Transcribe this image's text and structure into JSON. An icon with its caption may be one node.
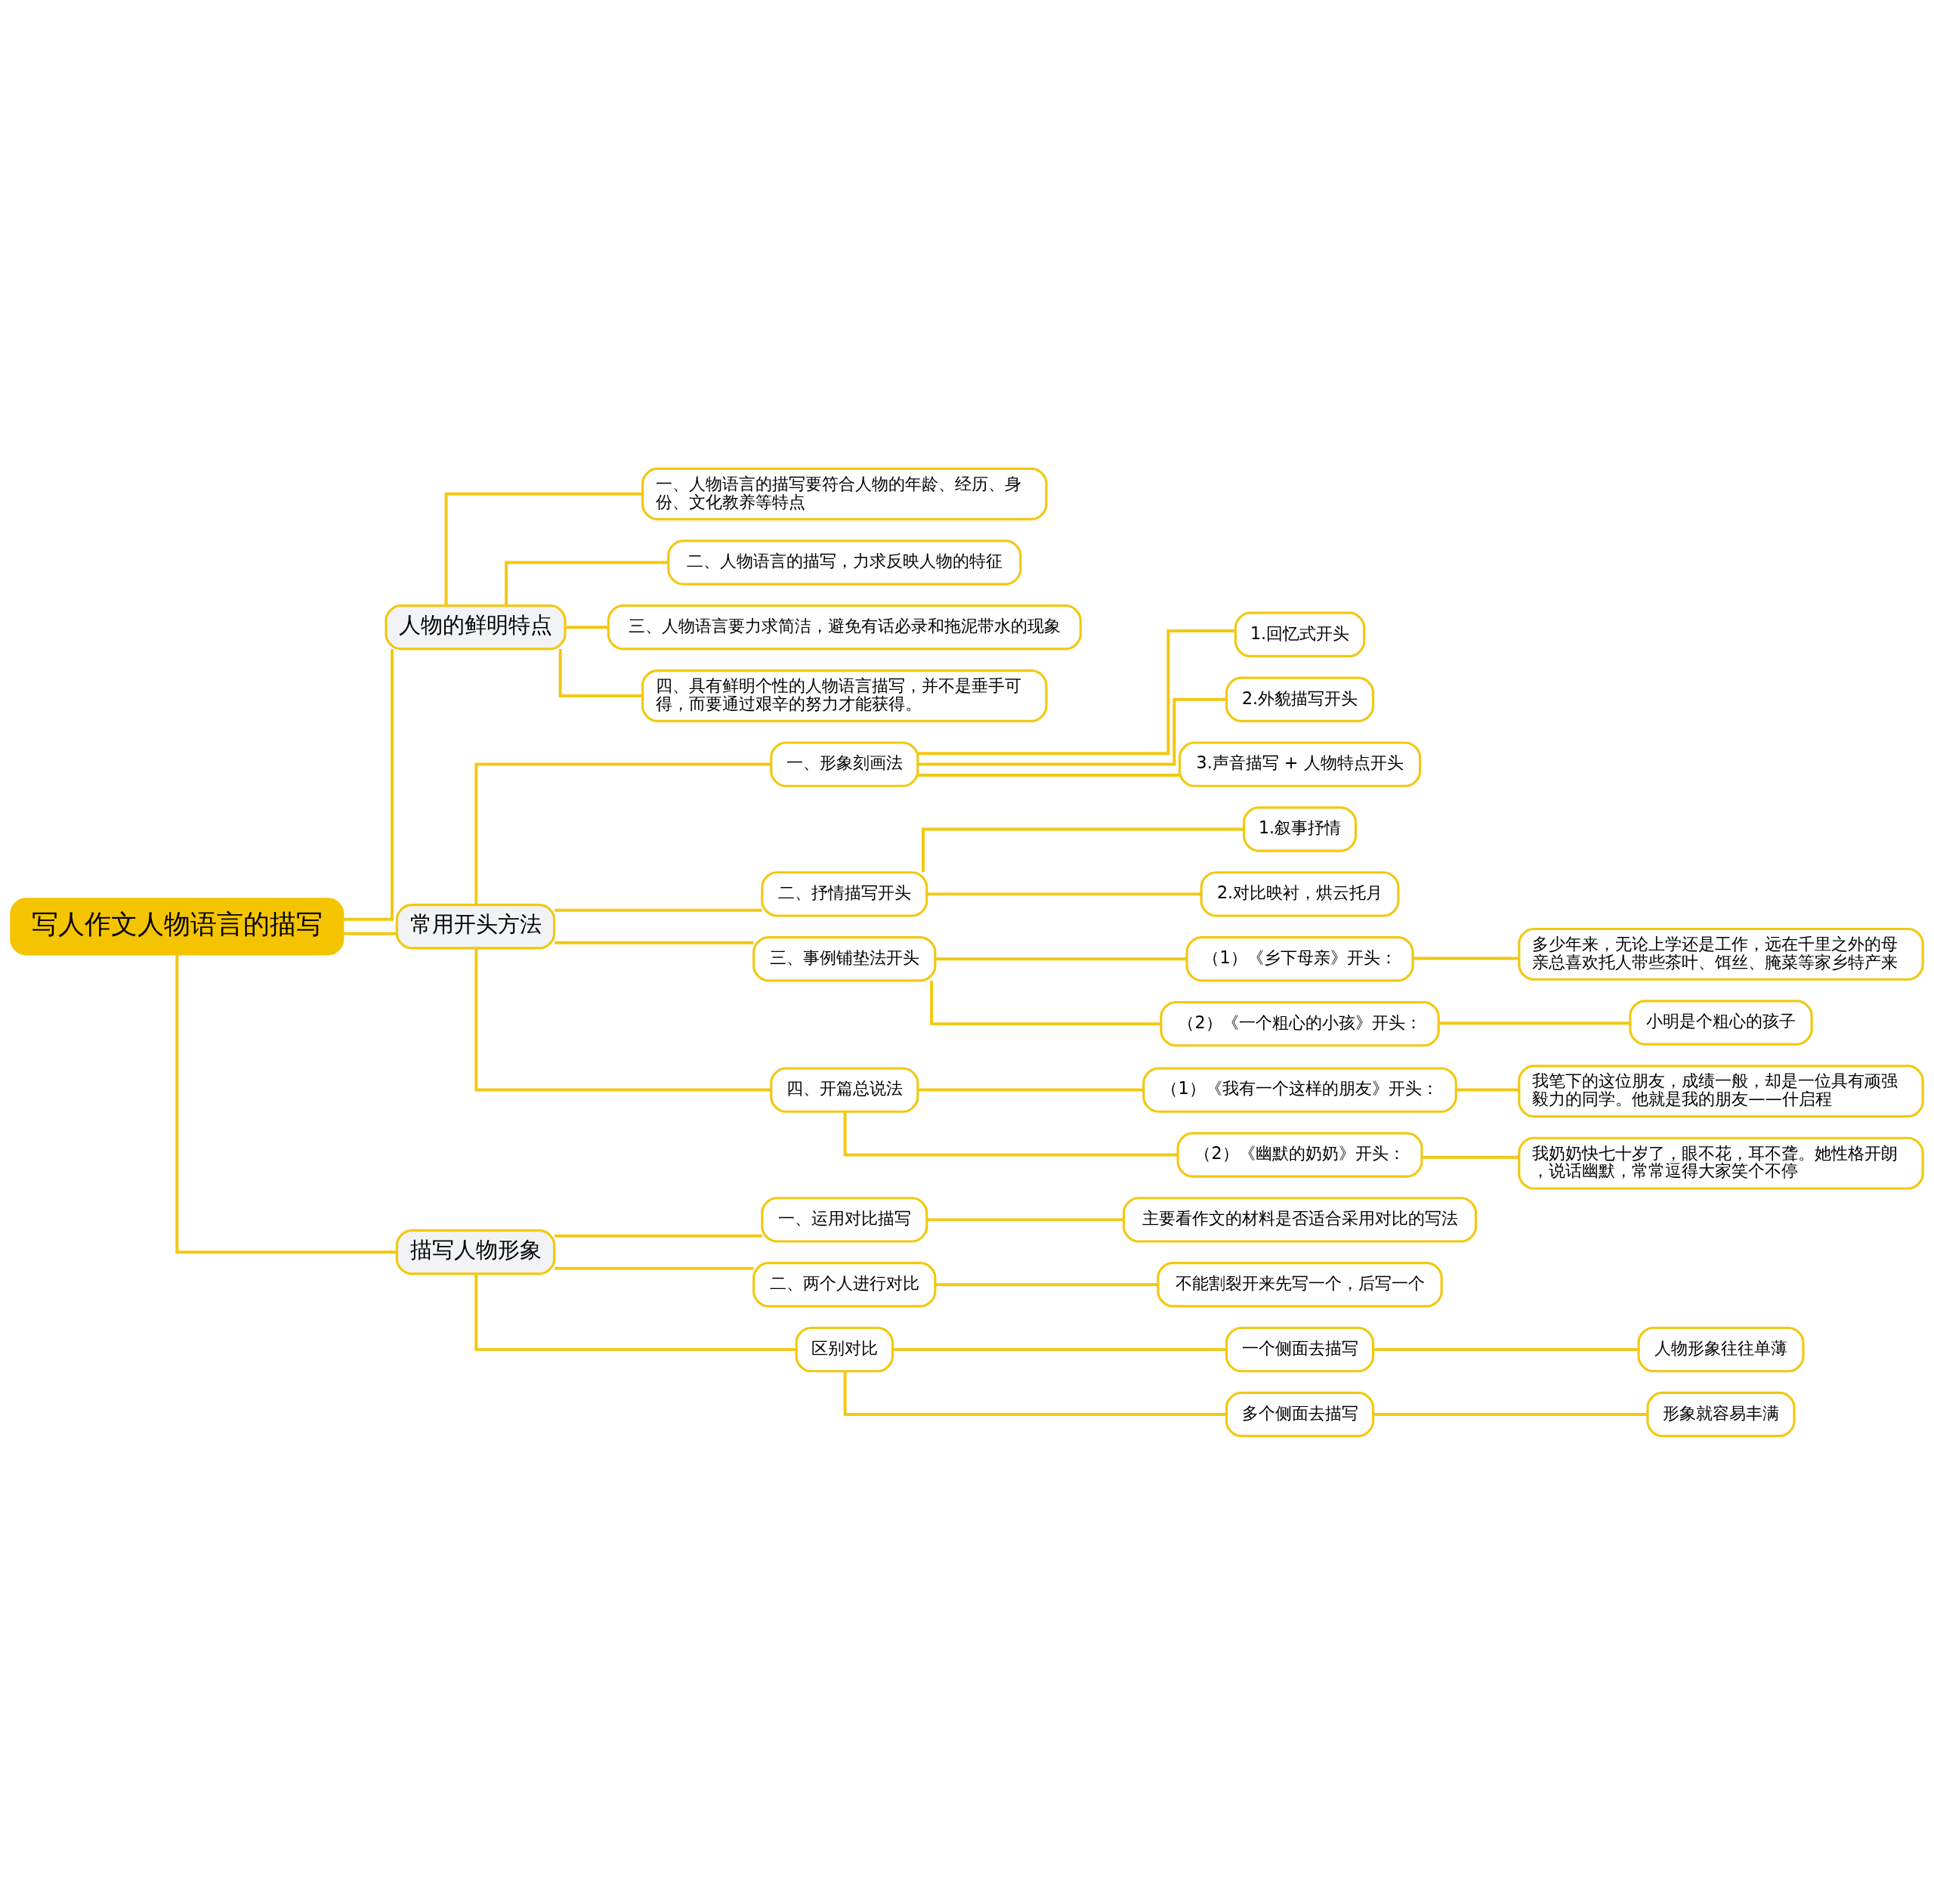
{
  "diagram": {
    "nodes": [
      {
        "text": [
          "写人作文人物语言的描写"
        ]
      },
      {
        "text": [
          "人物的鲜明特点"
        ]
      },
      {
        "text": [
          "一、人物语言的描写要符合人物的年龄、经历、身份、文化教养等特点"
        ]
      },
      {
        "text": [
          "二、人物语言的描写，力求反映人物的特征"
        ]
      },
      {
        "text": [
          "三、人物语言要力求简洁，避免有话必录和拖泥带水的现象"
        ]
      },
      {
        "text": [
          "四、具有鲜明个性的人物语言描写，并不是垂手可得，而要通过艰辛的努力才能获得。"
        ]
      },
      {
        "text": [
          "常用开头方法"
        ]
      },
      {
        "text": [
          "一、形象刻画法"
        ]
      },
      {
        "text": [
          "1.回忆式开头"
        ]
      },
      {
        "text": [
          "2.外貌描写开头"
        ]
      },
      {
        "text": [
          "3.声音描写 + 人物特点开头"
        ]
      },
      {
        "text": [
          "二、抒情描写开头"
        ]
      },
      {
        "text": [
          "1.叙事抒情"
        ]
      },
      {
        "text": [
          "2.对比映衬，烘云托月"
        ]
      },
      {
        "text": [
          "三、事例铺垫法开头"
        ]
      },
      {
        "text": [
          "（1）《乡下母亲》开头："
        ]
      },
      {
        "text": [
          "多少年来，无论上学还是工作，远在千里之外的母亲总喜欢托人带些茶叶、饵丝、腌菜等家乡特产来"
        ]
      },
      {
        "text": [
          "（2）《一个粗心的小孩》开头："
        ]
      },
      {
        "text": [
          "小明是个粗心的孩子"
        ]
      },
      {
        "text": [
          "四、开篇总说法"
        ]
      },
      {
        "text": [
          "（1）《我有一个这样的朋友》开头："
        ]
      },
      {
        "text": [
          "我笔下的这位朋友，成绩一般，却是一位具有顽强毅力的同学。他就是我的朋友——什启程"
        ]
      },
      {
        "text": [
          "（2）《幽默的奶奶》开头："
        ]
      },
      {
        "text": [
          "我奶奶快七十岁了，眼不花，耳不聋。她性格开朗，说话幽默，常常逗得大家笑个不停"
        ]
      },
      {
        "text": [
          "描写人物形象"
        ]
      },
      {
        "text": [
          "一、运用对比描写"
        ]
      },
      {
        "text": [
          "主要看作文的材料是否适合采用对比的写法"
        ]
      },
      {
        "text": [
          "二、两个人进行对比"
        ]
      },
      {
        "text": [
          "不能割裂开来先写一个，后写一个"
        ]
      },
      {
        "text": [
          "区别对比"
        ]
      },
      {
        "text": [
          "一个侧面去描写"
        ]
      },
      {
        "text": [
          "人物形象往往单薄"
        ]
      },
      {
        "text": [
          "多个侧面去描写"
        ]
      },
      {
        "text": [
          "形象就容易丰满"
        ]
      }
    ],
    "edges": [
      {
        "from": 0,
        "to": 1,
        "arrow": "none"
      },
      {
        "from": 1,
        "to": 2,
        "arrow": "none"
      },
      {
        "from": 1,
        "to": 3,
        "arrow": "none"
      },
      {
        "from": 1,
        "to": 4,
        "arrow": "none"
      },
      {
        "from": 1,
        "to": 5,
        "arrow": "none"
      },
      {
        "from": 0,
        "to": 6,
        "arrow": "none"
      },
      {
        "from": 6,
        "to": 7,
        "arrow": "none"
      },
      {
        "from": 7,
        "to": 8,
        "arrow": "none"
      },
      {
        "from": 7,
        "to": 9,
        "arrow": "none"
      },
      {
        "from": 7,
        "to": 10,
        "arrow": "none"
      },
      {
        "from": 6,
        "to": 11,
        "arrow": "none"
      },
      {
        "from": 11,
        "to": 12,
        "arrow": "none"
      },
      {
        "from": 11,
        "to": 13,
        "arrow": "none"
      },
      {
        "from": 6,
        "to": 14,
        "arrow": "none"
      },
      {
        "from": 14,
        "to": 15,
        "arrow": "none"
      },
      {
        "from": 15,
        "to": 16,
        "arrow": "none"
      },
      {
        "from": 14,
        "to": 17,
        "arrow": "none"
      },
      {
        "from": 17,
        "to": 18,
        "arrow": "none"
      },
      {
        "from": 6,
        "to": 19,
        "arrow": "none"
      },
      {
        "from": 19,
        "to": 20,
        "arrow": "none"
      },
      {
        "from": 20,
        "to": 21,
        "arrow": "none"
      },
      {
        "from": 19,
        "to": 22,
        "arrow": "none"
      },
      {
        "from": 22,
        "to": 23,
        "arrow": "none"
      },
      {
        "from": 0,
        "to": 24,
        "arrow": "none"
      },
      {
        "from": 24,
        "to": 25,
        "arrow": "none"
      },
      {
        "from": 25,
        "to": 26,
        "arrow": "none"
      },
      {
        "from": 24,
        "to": 27,
        "arrow": "none"
      },
      {
        "from": 27,
        "to": 28,
        "arrow": "none"
      },
      {
        "from": 24,
        "to": 29,
        "arrow": "none"
      },
      {
        "from": 29,
        "to": 30,
        "arrow": "none"
      },
      {
        "from": 30,
        "to": 31,
        "arrow": "none"
      },
      {
        "from": 29,
        "to": 32,
        "arrow": "none"
      },
      {
        "from": 32,
        "to": 33,
        "arrow": "none"
      }
    ]
  }
}
